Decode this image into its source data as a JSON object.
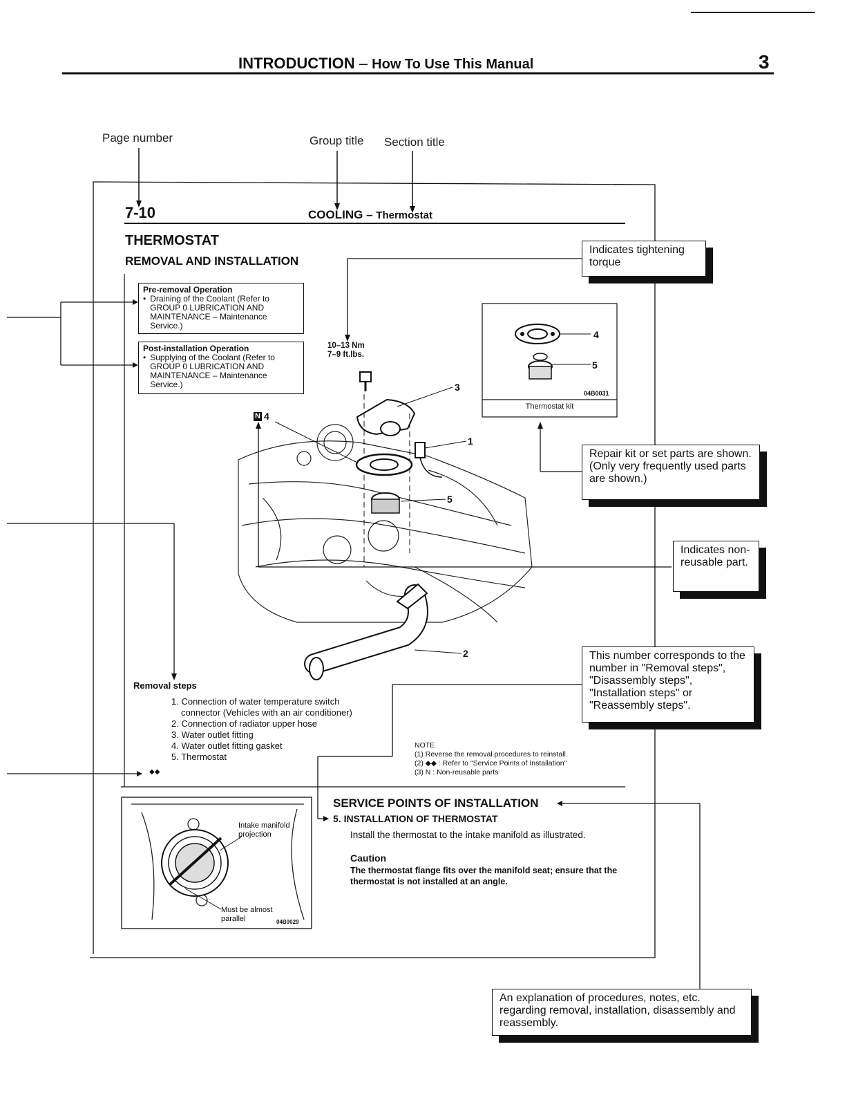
{
  "header": {
    "title_main": "INTRODUCTION",
    "title_dash": "–",
    "title_sub": "How To Use This Manual",
    "page_number": "3"
  },
  "top_labels": {
    "page_number": "Page number",
    "group_title": "Group title",
    "section_title": "Section title"
  },
  "sample_page": {
    "page_number": "7-10",
    "group_title": "COOLING",
    "dash": "–",
    "section_title": "Thermostat",
    "heading": "THERMOSTAT",
    "subheading": "REMOVAL AND INSTALLATION",
    "pre_removal": {
      "title": "Pre-removal Operation",
      "bullet": "•",
      "text": "Draining of the Coolant (Refer to GROUP 0 LUBRICATION AND MAINTENANCE – Maintenance Service.)"
    },
    "post_install": {
      "title": "Post-installation Operation",
      "bullet": "•",
      "text": "Supplying of the Coolant (Refer to GROUP 0 LUBRICATION AND MAINTENANCE – Maintenance Service.)"
    },
    "torque_nm": "10–13 Nm",
    "torque_ftlbs": "7–9 ft.lbs.",
    "kit_code": "04B0031",
    "kit_caption": "Thermostat kit",
    "kit_part_4": "4",
    "kit_part_5": "5",
    "n_mark": "N",
    "n_part": "4",
    "callout_numbers": [
      "3",
      "1",
      "5",
      "2"
    ],
    "removal_steps_title": "Removal steps",
    "steps": [
      "1. Connection of water temperature switch connector (Vehicles with an air conditioner)",
      "2. Connection of radiator upper hose",
      "3. Water outlet fitting",
      "4. Water outlet fitting gasket",
      "5. Thermostat"
    ],
    "step5_marker": "◆◆",
    "note_title": "NOTE",
    "notes": [
      "(1)  Reverse the removal procedures to reinstall.",
      "(2)  ◆◆ : Refer to \"Service Points of Installation\"",
      "(3)  N : Non-reusable parts"
    ],
    "service_title": "SERVICE POINTS OF INSTALLATION",
    "service_item": "5.  INSTALLATION OF THERMOSTAT",
    "service_text": "Install the thermostat to the intake manifold as illustrated.",
    "caution_title": "Caution",
    "caution_text": "The thermostat flange fits over the manifold seat; ensure that the thermostat is not installed at an angle.",
    "inset_label_1": "Intake manifold projection",
    "inset_label_2": "Must be almost parallel",
    "inset_code": "04B0029"
  },
  "callouts": {
    "torque": "Indicates tightening torque",
    "repair_kit": "Repair kit or set parts are shown. (Only very frequently used parts are shown.)",
    "non_reusable": "Indicates non-reusable part.",
    "number": "This number corresponds to the number in \"Removal steps\", \"Disassembly steps\", \"Installation steps\" or \"Reassembly steps\".",
    "explanation": "An explanation of procedures, notes, etc. regarding removal, installation, disassembly and reassembly."
  }
}
